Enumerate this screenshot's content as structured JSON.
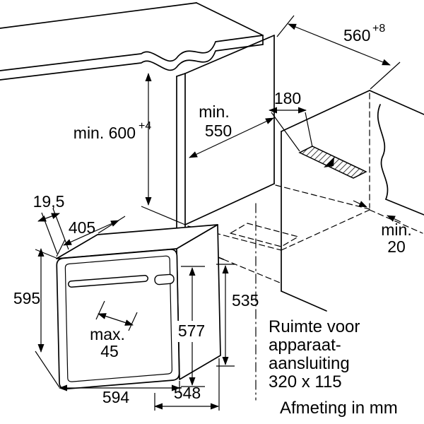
{
  "diagram": {
    "dims": {
      "niche_width": "560",
      "niche_width_tol": "+8",
      "niche_height": "min. 600",
      "niche_height_tol": "+4",
      "niche_depth_prefix": "min.",
      "niche_depth": "550",
      "vent_width": "180",
      "rear_gap_prefix": "min.",
      "rear_gap": "20",
      "door_gap": "19,5",
      "depth_405": "405",
      "height_595": "595",
      "max_prefix": "max.",
      "max_45": "45",
      "height_577": "577",
      "height_535": "535",
      "width_594": "594",
      "depth_548": "548"
    },
    "note": {
      "line1": "Ruimte voor",
      "line2": "apparaat-",
      "line3": "aansluiting",
      "line4": "320 x 115"
    },
    "footer": "Afmeting in mm"
  }
}
